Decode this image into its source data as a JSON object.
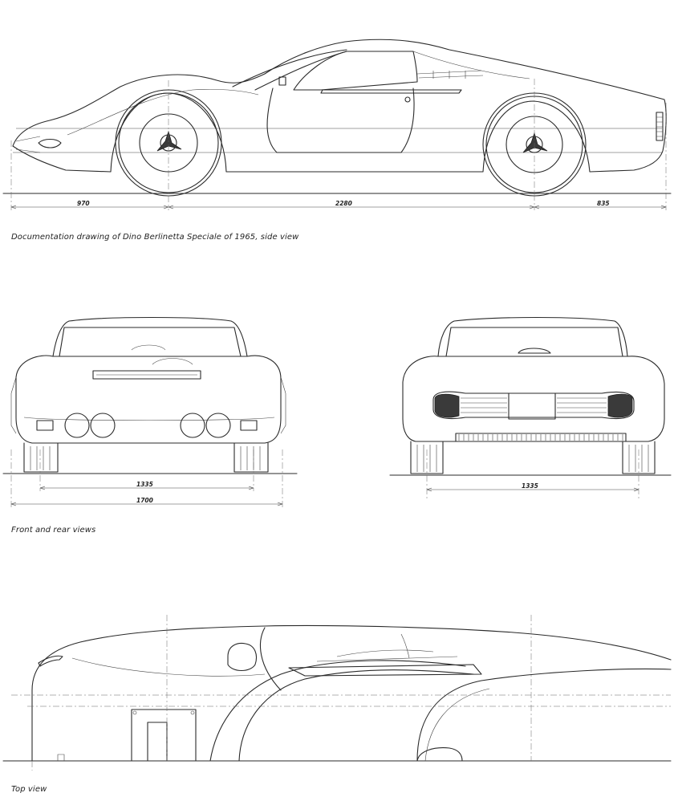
{
  "captions": {
    "side": "Documentation drawing of Dino Berlinetta Speciale of 1965, side view",
    "front_rear": "Front and rear views",
    "top": "Top view"
  },
  "dimensions": {
    "front_overhang": "970",
    "wheelbase": "2280",
    "rear_overhang": "835",
    "front_track": "1335",
    "overall_width": "1700",
    "rear_track": "1335"
  }
}
